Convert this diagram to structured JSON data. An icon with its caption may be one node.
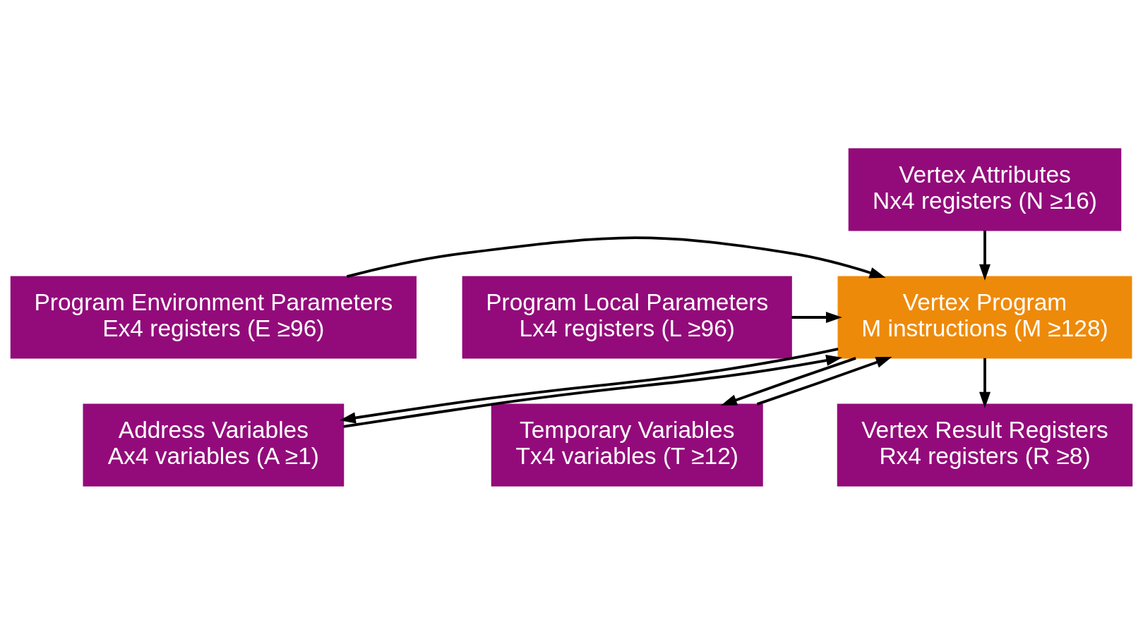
{
  "diagram": {
    "nodes": [
      {
        "text": [
          "Program Environment Parameters",
          "Ex4 registers (E ≥96)"
        ]
      },
      {
        "text": [
          "Vertex Attributes",
          "Nx4 registers (N ≥16)"
        ]
      },
      {
        "text": [
          "Program Local Parameters",
          "Lx4 registers (L ≥96)"
        ]
      },
      {
        "text": [
          "Vertex Program",
          "M instructions (M ≥128)"
        ]
      },
      {
        "text": [
          "Address Variables",
          "Ax4 variables (A ≥1)"
        ]
      },
      {
        "text": [
          "Temporary Variables",
          "Tx4 variables (T ≥12)"
        ]
      },
      {
        "text": [
          "Vertex Result Registers",
          "Rx4 registers (R ≥8)"
        ]
      }
    ],
    "edges": [
      {
        "from": 1,
        "to": 3,
        "arrow": "to"
      },
      {
        "from": 0,
        "to": 3,
        "arrow": "to"
      },
      {
        "from": 2,
        "to": 3,
        "arrow": "to"
      },
      {
        "from": 4,
        "to": 3,
        "arrow": "to"
      },
      {
        "from": 3,
        "to": 4,
        "arrow": "to"
      },
      {
        "from": 3,
        "to": 5,
        "arrow": "to"
      },
      {
        "from": 5,
        "to": 3,
        "arrow": "to"
      },
      {
        "from": 3,
        "to": 6,
        "arrow": "to"
      }
    ]
  }
}
